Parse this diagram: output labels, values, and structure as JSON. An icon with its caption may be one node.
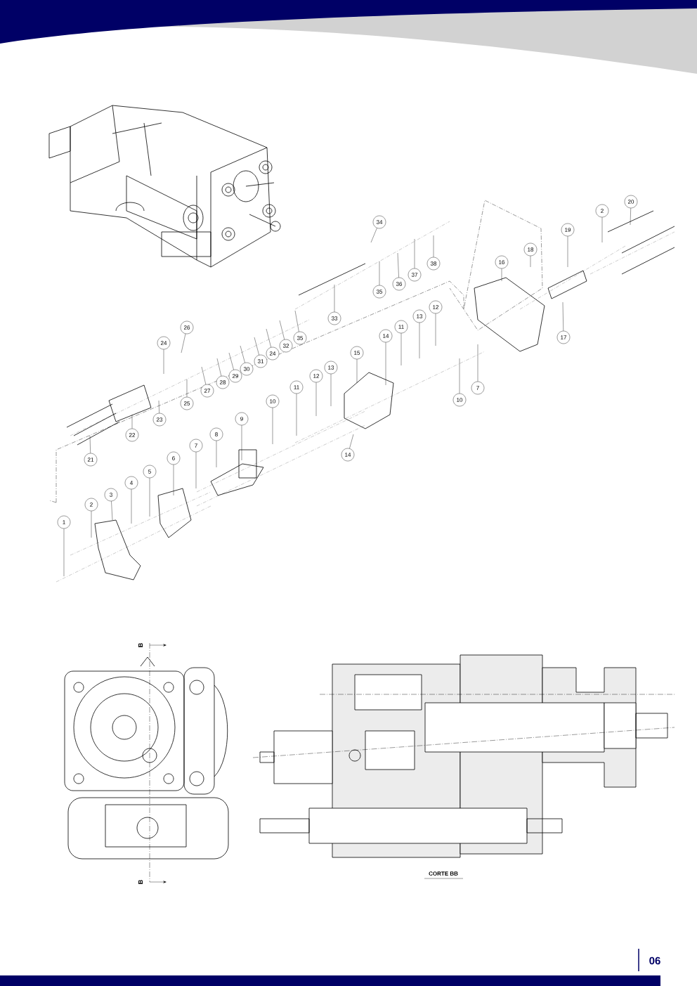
{
  "diagram": {
    "nodes": [
      {
        "text": [
          "1"
        ]
      },
      {
        "text": [
          "2"
        ]
      },
      {
        "text": [
          "3"
        ]
      },
      {
        "text": [
          "4"
        ]
      },
      {
        "text": [
          "5"
        ]
      },
      {
        "text": [
          "6"
        ]
      },
      {
        "text": [
          "7"
        ]
      },
      {
        "text": [
          "8"
        ]
      },
      {
        "text": [
          "9"
        ]
      },
      {
        "text": [
          "10"
        ]
      },
      {
        "text": [
          "11"
        ]
      },
      {
        "text": [
          "12"
        ]
      },
      {
        "text": [
          "13"
        ]
      },
      {
        "text": [
          "14"
        ]
      },
      {
        "text": [
          "15"
        ]
      },
      {
        "text": [
          "14"
        ]
      },
      {
        "text": [
          "21"
        ]
      },
      {
        "text": [
          "22"
        ]
      },
      {
        "text": [
          "23"
        ]
      },
      {
        "text": [
          "24"
        ]
      },
      {
        "text": [
          "25"
        ]
      },
      {
        "text": [
          "26"
        ]
      },
      {
        "text": [
          "27"
        ]
      },
      {
        "text": [
          "28"
        ]
      },
      {
        "text": [
          "29"
        ]
      },
      {
        "text": [
          "30"
        ]
      },
      {
        "text": [
          "31"
        ]
      },
      {
        "text": [
          "24"
        ]
      },
      {
        "text": [
          "32"
        ]
      },
      {
        "text": [
          "35"
        ]
      },
      {
        "text": [
          "33"
        ]
      },
      {
        "text": [
          "34"
        ]
      },
      {
        "text": [
          "35"
        ]
      },
      {
        "text": [
          "36"
        ]
      },
      {
        "text": [
          "37"
        ]
      },
      {
        "text": [
          "38"
        ]
      },
      {
        "text": [
          "11"
        ]
      },
      {
        "text": [
          "12"
        ]
      },
      {
        "text": [
          "13"
        ]
      },
      {
        "text": [
          "10"
        ]
      },
      {
        "text": [
          "7"
        ]
      },
      {
        "text": [
          "16"
        ]
      },
      {
        "text": [
          "18"
        ]
      },
      {
        "text": [
          "17"
        ]
      },
      {
        "text": [
          "19"
        ]
      },
      {
        "text": [
          "2"
        ]
      },
      {
        "text": [
          "20"
        ]
      }
    ],
    "edges": [
      {
        "from": 0,
        "to": null,
        "arrow": "none"
      },
      {
        "from": 1,
        "to": null,
        "arrow": "none"
      },
      {
        "from": 2,
        "to": null,
        "arrow": "none"
      },
      {
        "from": 3,
        "to": null,
        "arrow": "none"
      },
      {
        "from": 4,
        "to": null,
        "arrow": "none"
      },
      {
        "from": 5,
        "to": null,
        "arrow": "none"
      },
      {
        "from": 6,
        "to": null,
        "arrow": "none"
      },
      {
        "from": 7,
        "to": null,
        "arrow": "none"
      },
      {
        "from": 8,
        "to": null,
        "arrow": "none"
      },
      {
        "from": 9,
        "to": null,
        "arrow": "none"
      },
      {
        "from": 10,
        "to": null,
        "arrow": "none"
      },
      {
        "from": 11,
        "to": null,
        "arrow": "none"
      },
      {
        "from": 12,
        "to": null,
        "arrow": "none"
      },
      {
        "from": 13,
        "to": null,
        "arrow": "none"
      },
      {
        "from": 14,
        "to": null,
        "arrow": "none"
      },
      {
        "from": 15,
        "to": null,
        "arrow": "none"
      },
      {
        "from": 16,
        "to": null,
        "arrow": "none"
      },
      {
        "from": 17,
        "to": null,
        "arrow": "none"
      },
      {
        "from": 18,
        "to": null,
        "arrow": "none"
      },
      {
        "from": 19,
        "to": null,
        "arrow": "none"
      },
      {
        "from": 20,
        "to": null,
        "arrow": "none"
      },
      {
        "from": 21,
        "to": null,
        "arrow": "none"
      },
      {
        "from": 22,
        "to": null,
        "arrow": "none"
      },
      {
        "from": 23,
        "to": null,
        "arrow": "none"
      },
      {
        "from": 24,
        "to": null,
        "arrow": "none"
      },
      {
        "from": 25,
        "to": null,
        "arrow": "none"
      },
      {
        "from": 26,
        "to": null,
        "arrow": "none"
      },
      {
        "from": 27,
        "to": null,
        "arrow": "none"
      },
      {
        "from": 28,
        "to": null,
        "arrow": "none"
      },
      {
        "from": 29,
        "to": null,
        "arrow": "none"
      },
      {
        "from": 30,
        "to": null,
        "arrow": "none"
      },
      {
        "from": 31,
        "to": null,
        "arrow": "none"
      },
      {
        "from": 32,
        "to": null,
        "arrow": "none"
      },
      {
        "from": 33,
        "to": null,
        "arrow": "none"
      },
      {
        "from": 34,
        "to": null,
        "arrow": "none"
      },
      {
        "from": 35,
        "to": null,
        "arrow": "none"
      },
      {
        "from": 36,
        "to": null,
        "arrow": "none"
      },
      {
        "from": 37,
        "to": null,
        "arrow": "none"
      },
      {
        "from": 38,
        "to": null,
        "arrow": "none"
      },
      {
        "from": 39,
        "to": null,
        "arrow": "none"
      },
      {
        "from": 40,
        "to": null,
        "arrow": "none"
      },
      {
        "from": 41,
        "to": null,
        "arrow": "none"
      },
      {
        "from": 42,
        "to": null,
        "arrow": "none"
      },
      {
        "from": 43,
        "to": null,
        "arrow": "none"
      },
      {
        "from": 44,
        "to": null,
        "arrow": "none"
      },
      {
        "from": 45,
        "to": null,
        "arrow": "none"
      },
      {
        "from": 46,
        "to": null,
        "arrow": "none"
      }
    ],
    "labels": [
      "B",
      "B",
      "CORTE BB",
      "06"
    ]
  }
}
